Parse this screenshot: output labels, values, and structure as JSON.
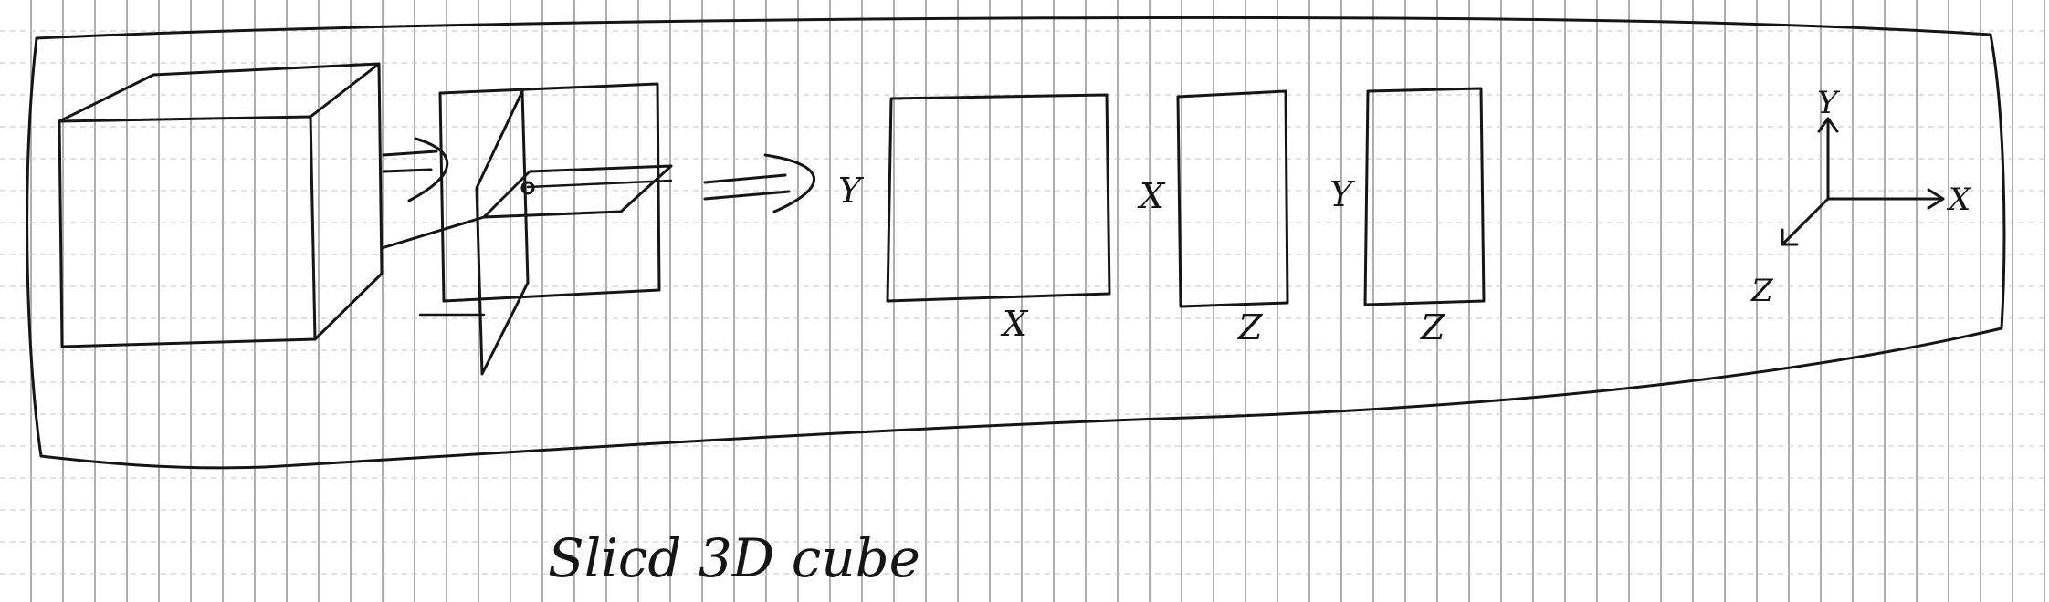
{
  "labels": {
    "slice_xy_left": "Y",
    "slice_xy_bottom": "X",
    "slice_xz_left": "X",
    "slice_xz_bottom": "Z",
    "slice_yz_left": "Y",
    "slice_yz_bottom": "Z",
    "axis_y": "Y",
    "axis_x": "X",
    "axis_z": "Z"
  },
  "caption": "Slicd 3D cube"
}
